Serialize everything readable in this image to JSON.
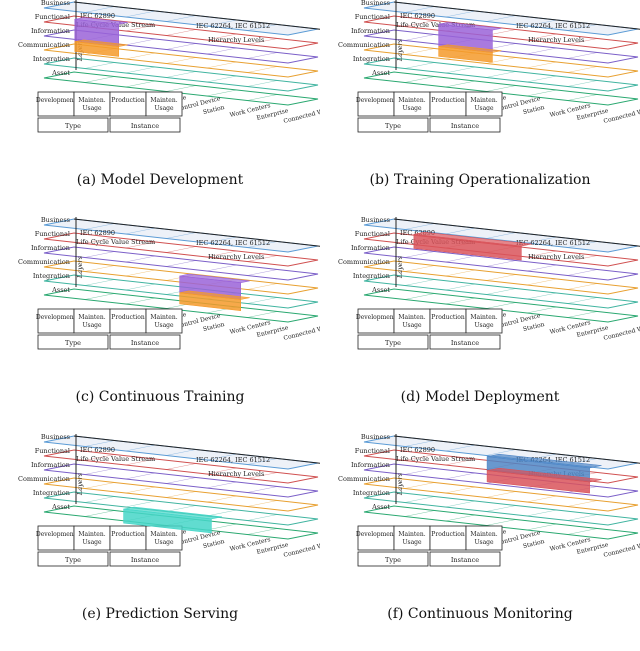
{
  "labels": {
    "layers": [
      "Business",
      "Functional",
      "Information",
      "Communication",
      "Integration",
      "Asset"
    ],
    "layers_axis": "Layers",
    "lifecycle": [
      "IEC 62890",
      "Life Cycle Value Stream"
    ],
    "hierarchy": [
      "IEC 62264, IEC 61512",
      "Hierarchy Levels"
    ],
    "hierarchy_levels": [
      "Connected World",
      "Enterprise",
      "Work Centers",
      "Station",
      "Control Device",
      "Field Device",
      "Product"
    ],
    "type_row": [
      "Development",
      "Mainten. Usage",
      "Production",
      "Mainten. Usage"
    ],
    "type_groups": [
      "Type",
      "Instance"
    ]
  },
  "panels": [
    {
      "id": "a",
      "caption": "(a) Model Development",
      "highlight": "purple-orange-left"
    },
    {
      "id": "b",
      "caption": "(b) Training Operationalization",
      "highlight": "purple-orange-center"
    },
    {
      "id": "c",
      "caption": "(c) Continuous Training",
      "highlight": "purple-orange-right"
    },
    {
      "id": "d",
      "caption": "(d) Model Deployment",
      "highlight": "red-top"
    },
    {
      "id": "e",
      "caption": "(e) Prediction Serving",
      "highlight": "cyan-bottom"
    },
    {
      "id": "f",
      "caption": "(f) Continuous Monitoring",
      "highlight": "blue-red-top"
    }
  ],
  "colors": {
    "layer_lines": [
      "#5b9bd5",
      "#d05050",
      "#7b5fc8",
      "#e8a030",
      "#40b4a0",
      "#2aa870"
    ],
    "purple": "#9a63d8",
    "orange": "#f59a2a",
    "red": "#d9535a",
    "cyan": "#45d6c8",
    "blue": "#4f86c6"
  }
}
